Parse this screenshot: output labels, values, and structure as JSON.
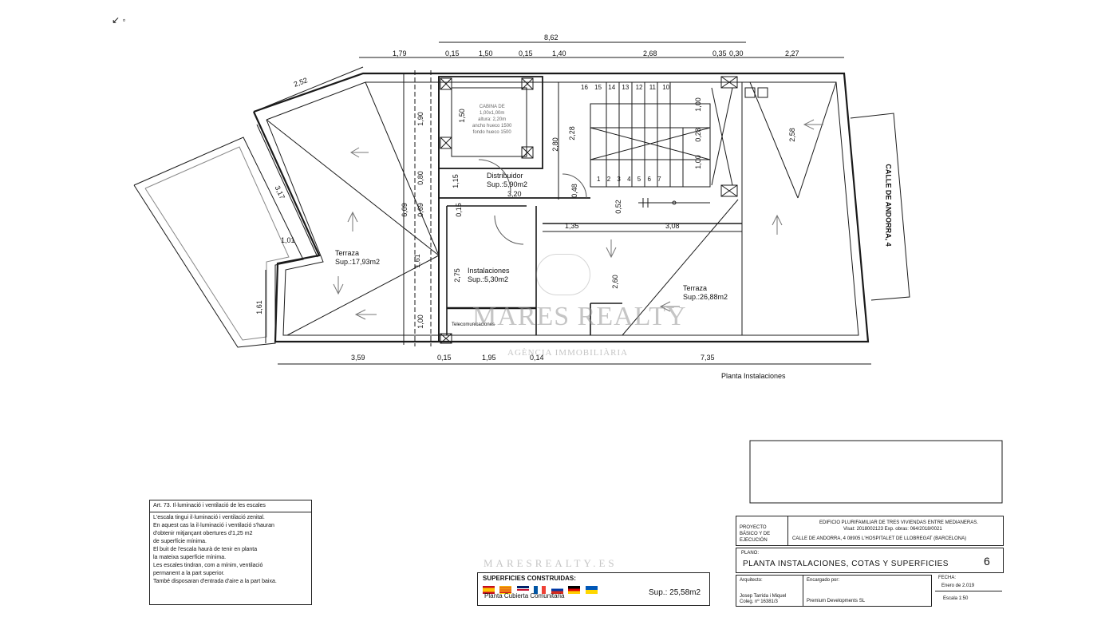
{
  "plan": {
    "title": "Planta Instalaciones",
    "street": "CALLE DE ANDORRA, 4",
    "rooms": [
      {
        "name": "Terraza",
        "area": "Sup.:17,93m2"
      },
      {
        "name": "Distribuidor",
        "area": "Sup.:5,90m2"
      },
      {
        "name": "Instalaciones",
        "area": "Sup.:5,30m2"
      },
      {
        "name": "Terraza",
        "area": "Sup.:26,88m2"
      }
    ],
    "cabin_text": [
      "CABINA DE",
      "1,00x1,00m",
      "altura: 2,20m",
      "ancho hueco 1500",
      "fondo hueco 1500"
    ],
    "teleco_label": "Telecomunicaciones",
    "stair_numbers_top": [
      "16",
      "15",
      "14",
      "13",
      "12",
      "11",
      "10"
    ],
    "stair_numbers_bottom": [
      "1",
      "2",
      "3",
      "4",
      "5",
      "6",
      "7"
    ],
    "dims_top_total": "8,62",
    "dims_top": [
      "1,79",
      "0,15",
      "1,50",
      "0,15",
      "1,40",
      "2,68",
      "0,35",
      "0,30",
      "2,27"
    ],
    "dims_bottom": [
      "3,59",
      "0,15",
      "1,95",
      "0,14",
      "7,35"
    ],
    "dims_inner": [
      "2,52",
      "3,17",
      "1,01",
      "1,61",
      "6,09",
      "1,90",
      "0,80",
      "0,69",
      "1,61",
      "1,00",
      "1,50",
      "1,15",
      "0,15",
      "2,75",
      "3,20",
      "2,80",
      "2,28",
      "0,48",
      "1,35",
      "0,52",
      "3,08",
      "2,60",
      "1,00",
      "0,28",
      "1,00",
      "2,58"
    ]
  },
  "note": {
    "title": "Art. 73. Il·luminació i ventilació de les escales",
    "lines": [
      "L'escala tingui il·luminació i ventilació zenital.",
      "En aquest cas la il·luminació i ventilació s'hauran",
      "d'obtenir mitjançant obertures d'1,25 m2",
      "de superfície mínima.",
      "El buit de l'escala haurà de tenir en planta",
      "la mateixa superfície mínima.",
      "Les escales tindran, com a mínim, ventilació",
      "permanent a la part superior.",
      "També disposaran d'entrada d'aire a la part baixa."
    ]
  },
  "surfaces": {
    "title": "SUPERFICIES CONSTRUIDAS:",
    "row_label": "Planta Cubierta Comunitaria",
    "value": "Sup.: 25,58m2"
  },
  "titleblock": {
    "project_label": "PROYECTO BÁSICO Y DE EJECUCIÓN",
    "project_desc": "EDIFICIO PLURIFAMILIAR DE TRES VIVIENDAS ENTRE MEDIANERAS.",
    "project_refs": "Visat: 2018002123  Exp. obras: 064/2018/0021",
    "project_address": "CALLE DE ANDORRA, 4  08905 L'HOSPITALET DE LLOBREGAT (BARCELONA)",
    "plan_label": "PLANO:",
    "plan_title": "PLANTA INSTALACIONES, COTAS Y SUPERFICIES",
    "plan_number": "6",
    "architect_label": "Arquitecto:",
    "architect_name": "Josep Tarrida i Miquel",
    "architect_reg": "Coleg. nº 16381/3",
    "client_label": "Encargado por:",
    "client_name": "Premium Developments SL",
    "date_label": "FECHA:",
    "date_value": "Enero de 2.019",
    "scale_value": "Escala 1:50"
  },
  "watermark": {
    "brand": "MARES REALTY",
    "tagline": "AGÈNCIA IMMOBILIÀRIA",
    "site": "MARESREALTY.ES"
  },
  "colors": {
    "line": "#1a1a1a",
    "watermark": "#9a9a9a"
  }
}
